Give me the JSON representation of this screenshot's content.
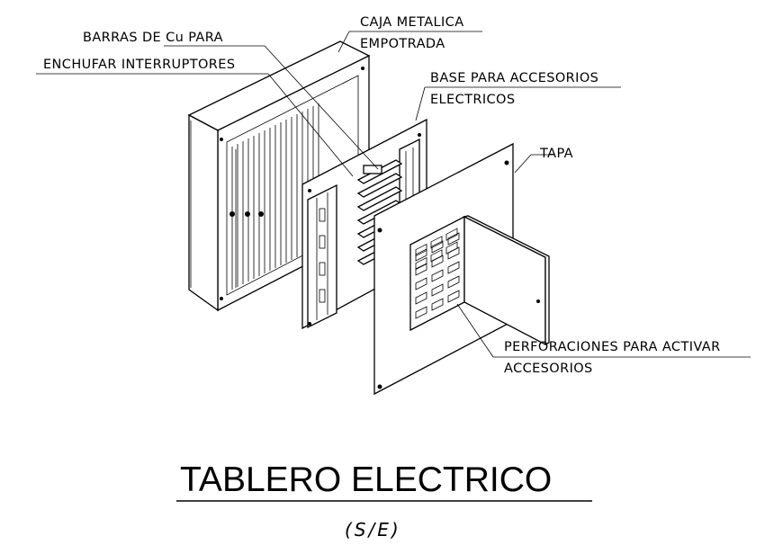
{
  "title": "TABLERO ELECTRICO",
  "subtitle": "(S/E)",
  "labels": {
    "barras_line1": "BARRAS DE Cu PARA",
    "barras_line2": "ENCHUFAR INTERRUPTORES",
    "caja_line1": "CAJA METALICA",
    "caja_line2": "EMPOTRADA",
    "base_line1": "BASE PARA ACCESORIOS",
    "base_line2": "ELECTRICOS",
    "tapa": "TAPA",
    "perf_line1": "PERFORACIONES PARA ACTIVAR",
    "perf_line2": "ACCESORIOS"
  },
  "colors": {
    "ink": "#000000",
    "paper": "#ffffff"
  }
}
